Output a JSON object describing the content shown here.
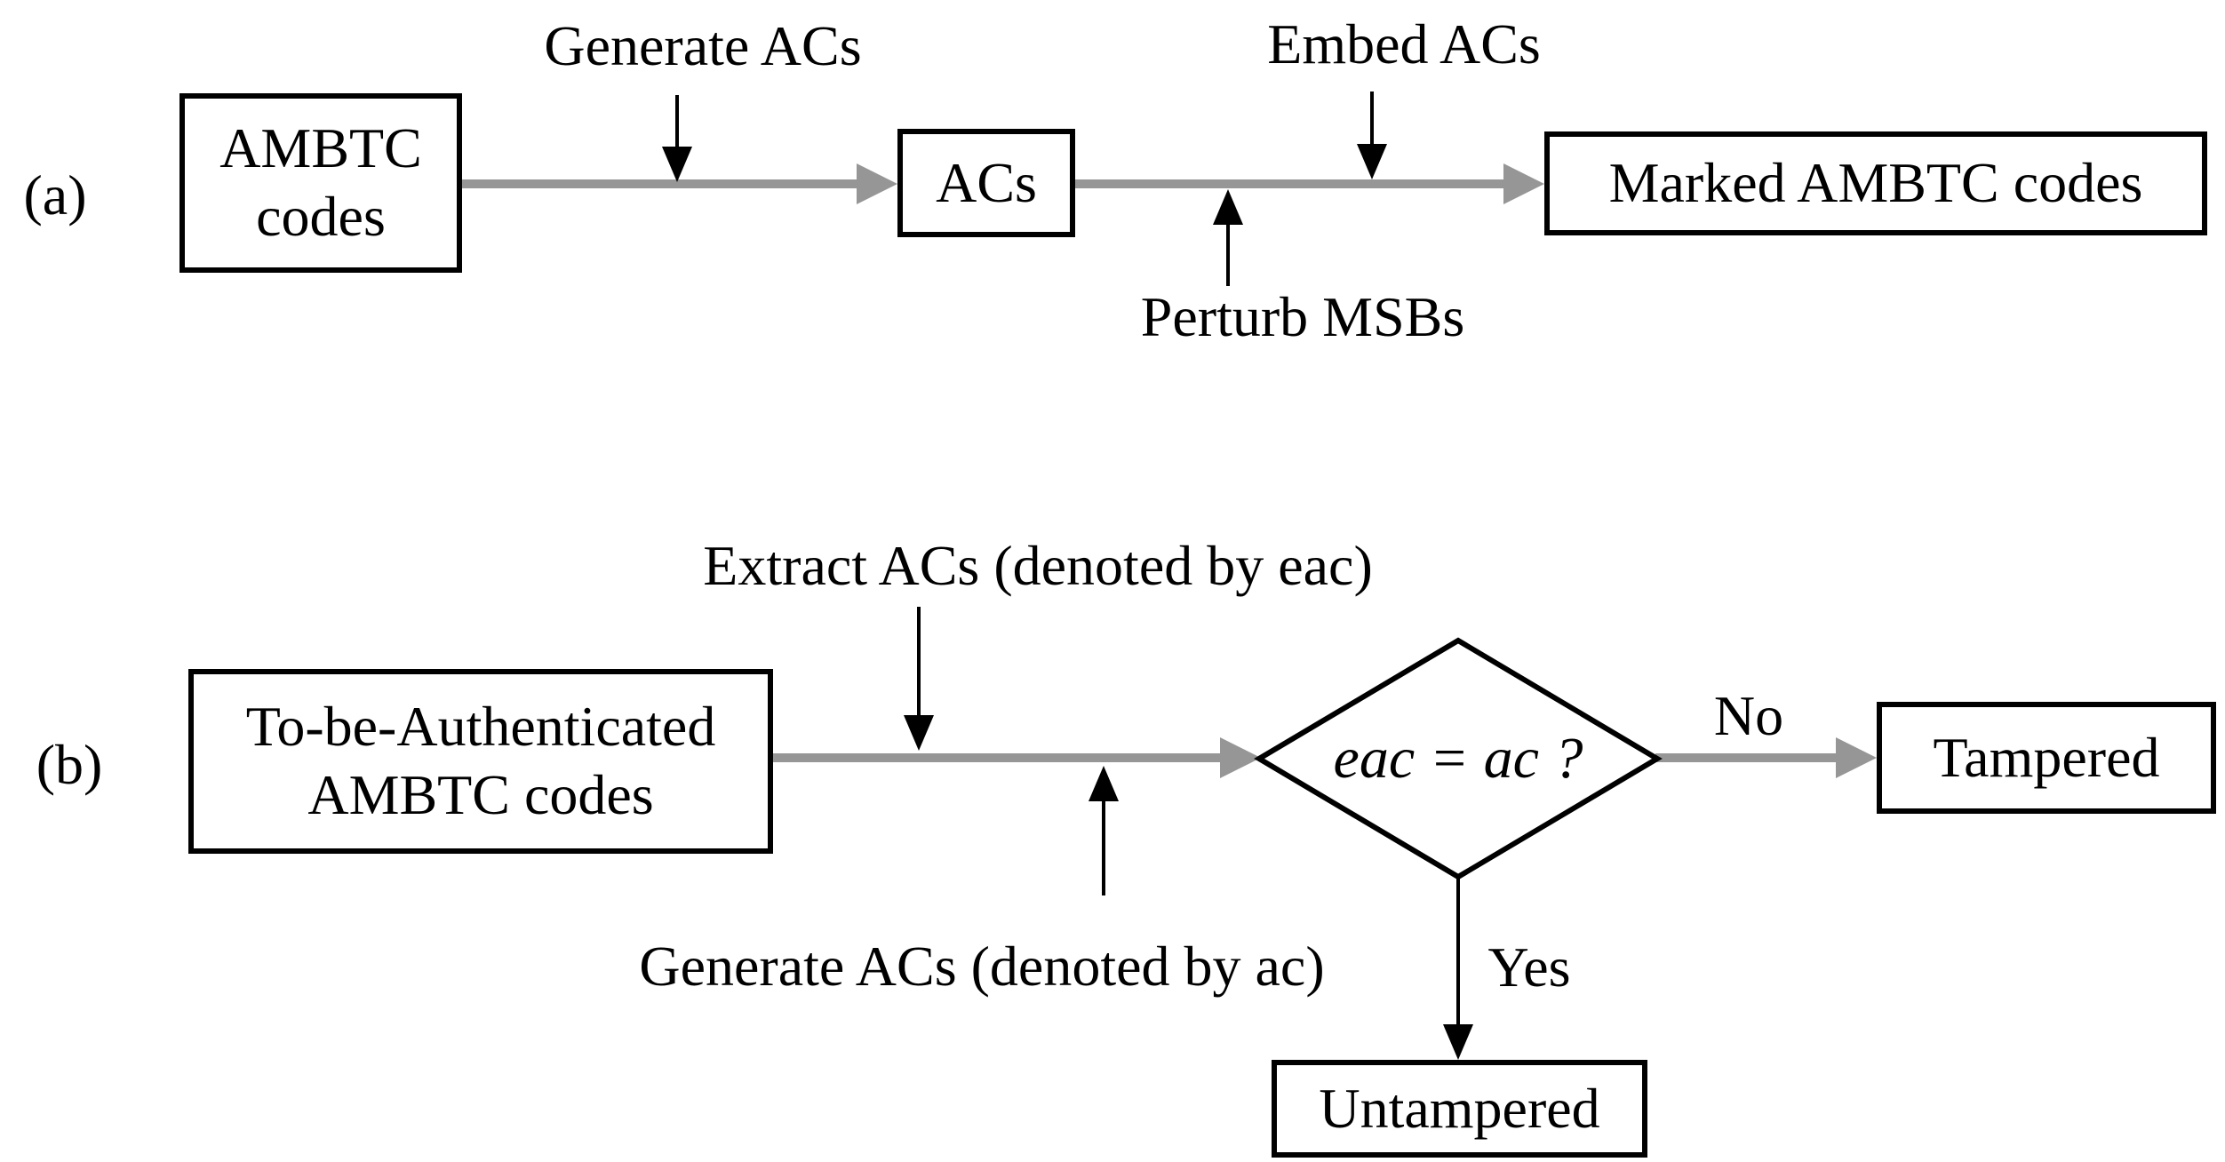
{
  "figure": {
    "background_color": "#ffffff",
    "flow_arrow_color": "#969696",
    "line_color": "#000000"
  },
  "part_a": {
    "label": "(a)",
    "nodes": {
      "ambtc": {
        "line1": "AMBTC",
        "line2": "codes"
      },
      "acs": "ACs",
      "marked": "Marked AMBTC codes"
    },
    "annotations": {
      "generate": "Generate ACs",
      "embed": "Embed ACs",
      "perturb": "Perturb MSBs"
    }
  },
  "part_b": {
    "label": "(b)",
    "nodes": {
      "input": {
        "line1": "To-be-Authenticated",
        "line2": "AMBTC codes"
      },
      "decision": "eac = ac ?",
      "tampered": "Tampered",
      "untampered": "Untampered"
    },
    "annotations": {
      "extract": "Extract ACs (denoted by eac)",
      "generate": "Generate ACs (denoted by ac)"
    },
    "branches": {
      "no": "No",
      "yes": "Yes"
    }
  }
}
